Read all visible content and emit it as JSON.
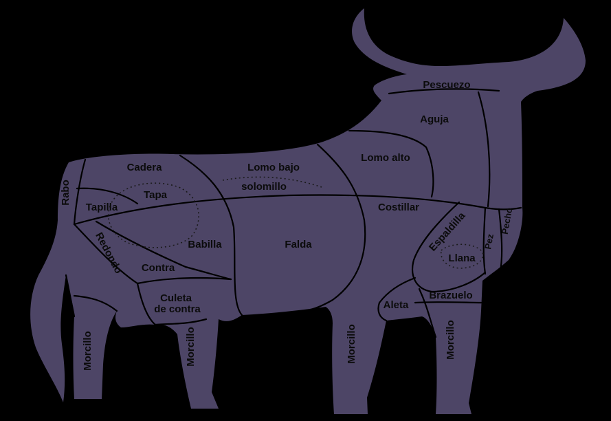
{
  "colors": {
    "background": "#000000",
    "body": "#4d4566",
    "lines": "#000000",
    "text": "#0b0b0b"
  },
  "labels": {
    "pescuezo": "Pescuezo",
    "aguja": "Aguja",
    "lomo_alto": "Lomo alto",
    "lomo_bajo": "Lomo bajo",
    "solomillo": "solomillo",
    "cadera": "Cadera",
    "tapa": "Tapa",
    "tapilla": "Tapilla",
    "rabo": "Rabo",
    "redondo": "Redondo",
    "babilla": "Babilla",
    "contra": "Contra",
    "culeta_1": "Culeta",
    "culeta_2": "de contra",
    "falda": "Falda",
    "costillar": "Costillar",
    "espaldilla": "Espaldilla",
    "pez": "Pez",
    "pecho": "Pecho",
    "llana": "Llana",
    "brazuelo": "Brazuelo",
    "aleta": "Aleta",
    "morcillo_rear_1": "Morcillo",
    "morcillo_rear_2": "Morcillo",
    "morcillo_front_1": "Morcillo",
    "morcillo_front_2": "Morcillo"
  }
}
